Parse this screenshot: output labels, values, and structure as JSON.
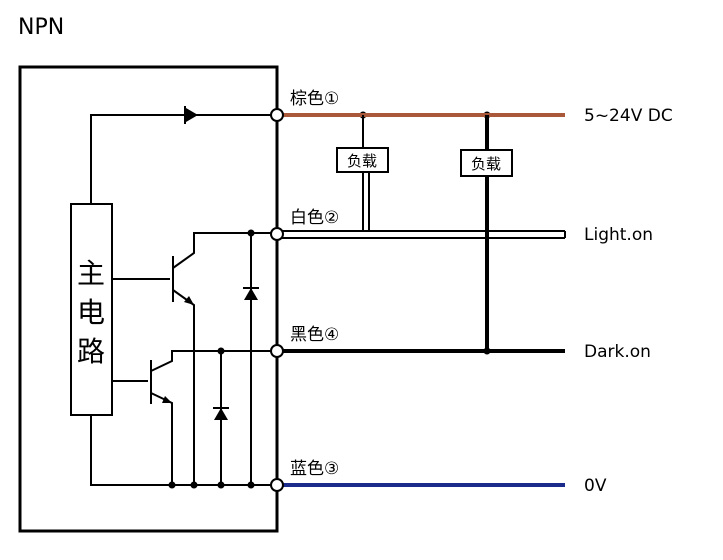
{
  "title": "NPN",
  "main_circuit_label": [
    "主",
    "电",
    "路"
  ],
  "load_label": "负载",
  "terminals": [
    {
      "wire": "棕色①",
      "signal": "5~24V DC",
      "color": "#a9583a"
    },
    {
      "wire": "白色②",
      "signal": "Light.on",
      "color": "#000000"
    },
    {
      "wire": "黑色④",
      "signal": "Dark.on",
      "color": "#000000"
    },
    {
      "wire": "蓝色③",
      "signal": "0V",
      "color": "#1a2b8c"
    }
  ]
}
